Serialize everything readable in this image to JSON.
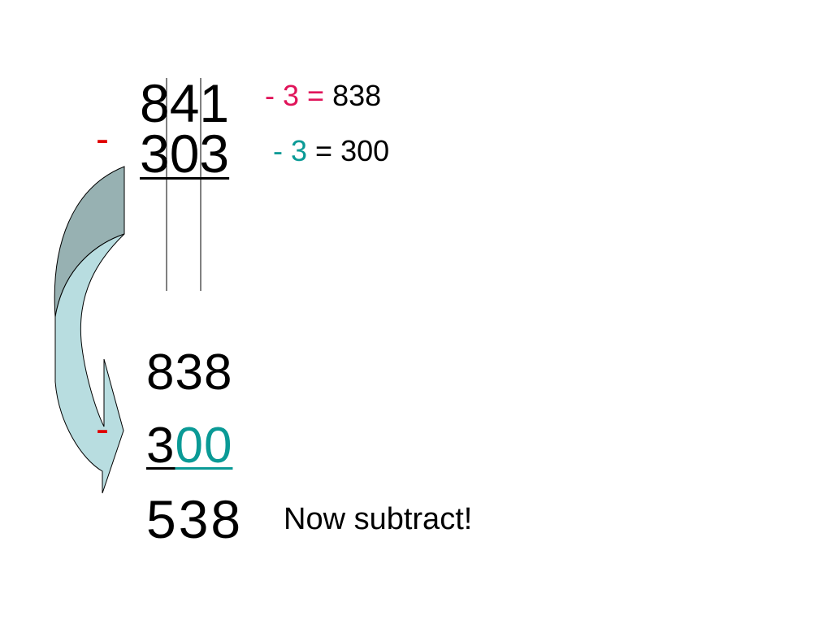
{
  "problem": {
    "minuend": "841",
    "subtrahend": "303",
    "operator": "-"
  },
  "adjust_row_1": {
    "minus": "- ",
    "amount": "3",
    "equals": " = ",
    "result": "838"
  },
  "adjust_row_2": {
    "minus": "- ",
    "amount": "3",
    "equals": " = ",
    "result": "300"
  },
  "rewritten": {
    "minuend": "838",
    "subtrahend_lead": "3",
    "subtrahend_tail": "00",
    "operator": "-",
    "answer": "538"
  },
  "instruction": "Now subtract!",
  "colors": {
    "minus_sign": "#e00000",
    "first_adjustment": "#e0145a",
    "second_adjustment": "#0a9a96",
    "arrow_dark": "#97b1b2",
    "arrow_light": "#b8dde0"
  },
  "icons": {
    "arrow": "curved-down-arrow-icon"
  }
}
